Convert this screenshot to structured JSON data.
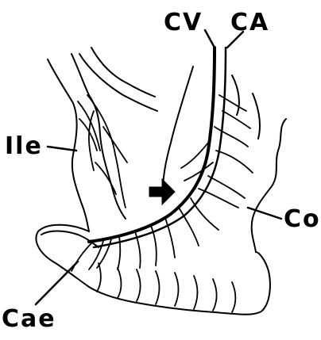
{
  "labels": {
    "cv": "CV",
    "ca": "CA",
    "ile": "Ile",
    "co": "Co",
    "cae": "Cae"
  },
  "colors": {
    "ink": "#000000",
    "background": "#ffffff"
  },
  "icons": {
    "pointer": "arrow-right-icon"
  }
}
